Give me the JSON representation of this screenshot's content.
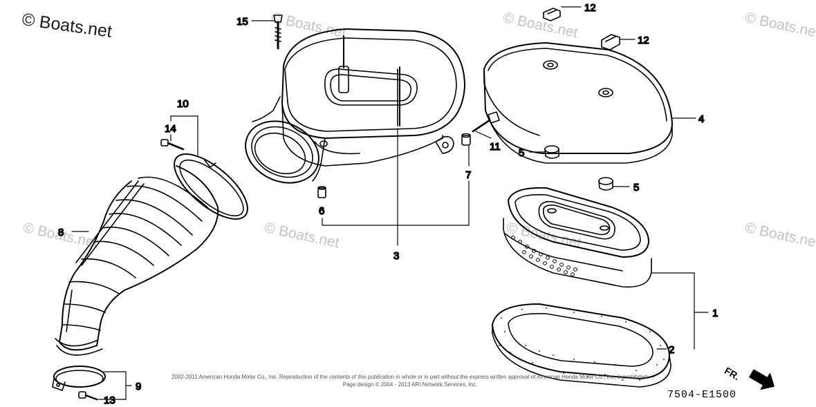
{
  "watermark": {
    "main": "© Boats.net",
    "faint": "© Boats.net"
  },
  "callouts": {
    "c1": "1",
    "c2": "2",
    "c3": "3",
    "c4": "4",
    "c5a": "5",
    "c5b": "5",
    "c6": "6",
    "c7": "7",
    "c8": "8",
    "c9": "9",
    "c10": "10",
    "c11": "11",
    "c12a": "12",
    "c12b": "12",
    "c13": "13",
    "c14": "14",
    "c15": "15"
  },
  "copyright_line1": "2002-2011 American Honda Motor Co., Inc. Reproduction of the contents of this publication in whole or in part without the express written approval of American Honda Motor Co., Inc. is prohibited.",
  "copyright_line2": "Page design © 2004 - 2013 ARI Network Services, Inc.",
  "diagram_code": "7504-E1500",
  "direction_label": "FR.",
  "colors": {
    "line": "#000000",
    "background": "#ffffff",
    "watermark": "#c4c4c4"
  }
}
